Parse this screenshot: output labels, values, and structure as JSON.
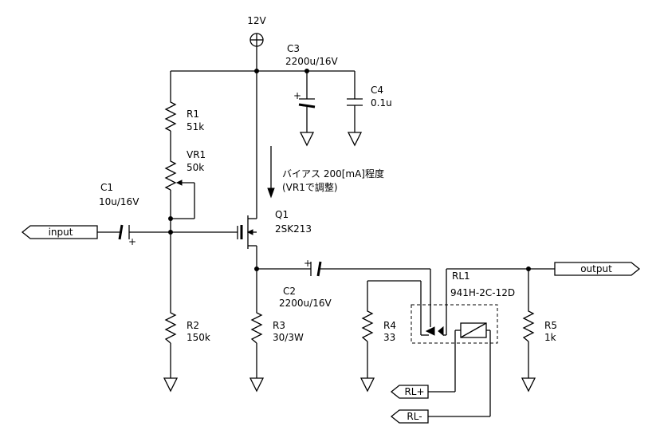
{
  "supply": {
    "label": "12V"
  },
  "components": {
    "r1": {
      "ref": "R1",
      "value": "51k"
    },
    "vr1": {
      "ref": "VR1",
      "value": "50k"
    },
    "r2": {
      "ref": "R2",
      "value": "150k"
    },
    "r3": {
      "ref": "R3",
      "value": "30/3W"
    },
    "r4": {
      "ref": "R4",
      "value": "33"
    },
    "r5": {
      "ref": "R5",
      "value": "1k"
    },
    "c1": {
      "ref": "C1",
      "value": "10u/16V"
    },
    "c2": {
      "ref": "C2",
      "value": "2200u/16V"
    },
    "c3": {
      "ref": "C3",
      "value": "2200u/16V"
    },
    "c4": {
      "ref": "C4",
      "value": "0.1u"
    },
    "q1": {
      "ref": "Q1",
      "value": "2SK213"
    },
    "rl1": {
      "ref": "RL1",
      "value": "941H-2C-12D"
    }
  },
  "ports": {
    "input": "input",
    "output": "output",
    "rl_plus": "RL+",
    "rl_minus": "RL-"
  },
  "annotation": {
    "line1": "バイアス 200[mA]程度",
    "line2": "(VR1で調整)"
  },
  "polarity": {
    "plus": "+"
  }
}
